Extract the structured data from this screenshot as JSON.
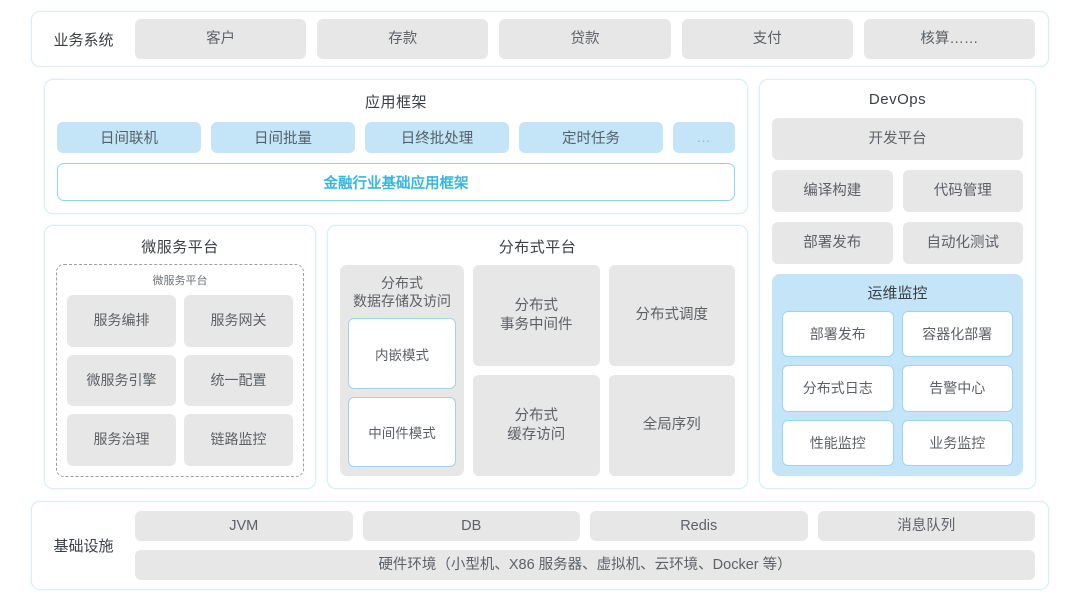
{
  "business_systems": {
    "label": "业务系统",
    "items": [
      "客户",
      "存款",
      "贷款",
      "支付",
      "核算……"
    ]
  },
  "app_framework": {
    "title": "应用框架",
    "tags": [
      "日间联机",
      "日间批量",
      "日终批处理",
      "定时任务",
      "..."
    ],
    "base_framework": "金融行业基础应用框架",
    "base_framework_color": "#37b6e0"
  },
  "microservice_platform": {
    "title": "微服务平台",
    "inner_label": "微服务平台",
    "items": [
      "服务编排",
      "服务网关",
      "微服务引擎",
      "统一配置",
      "服务治理",
      "链路监控"
    ]
  },
  "distributed_platform": {
    "title": "分布式平台",
    "storage": {
      "title": "分布式\n数据存储及访问",
      "modes": [
        "内嵌模式",
        "中间件模式"
      ]
    },
    "items": [
      "分布式\n事务中间件",
      "分布式调度",
      "分布式\n缓存访问",
      "全局序列"
    ]
  },
  "devops": {
    "title": "DevOps",
    "platform": "开发平台",
    "items": [
      "编译构建",
      "代码管理",
      "部署发布",
      "自动化测试"
    ],
    "ops_monitoring": {
      "title": "运维监控",
      "accent": "#c3e5f7",
      "items": [
        "部署发布",
        "容器化部署",
        "分布式日志",
        "告警中心",
        "性能监控",
        "业务监控"
      ]
    }
  },
  "infrastructure": {
    "label": "基础设施",
    "items": [
      "JVM",
      "DB",
      "Redis",
      "消息队列"
    ],
    "hardware": "硬件环境（小型机、X86 服务器、虚拟机、云环境、Docker 等）"
  }
}
